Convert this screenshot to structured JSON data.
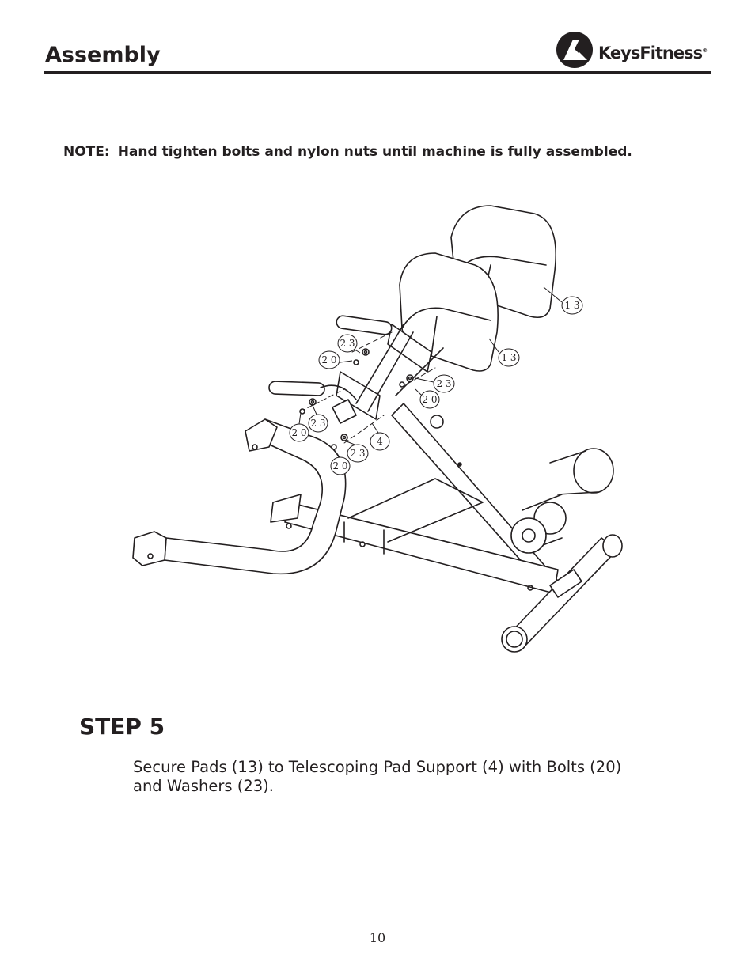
{
  "header": {
    "title": "Assembly",
    "logo_text_keys": "Keys",
    "logo_text_fitness": "Fitness",
    "logo_mark": "®"
  },
  "note": {
    "label": "NOTE:",
    "text": "Hand tighten bolts and nylon nuts until machine is fully assembled."
  },
  "figure": {
    "callouts": [
      {
        "id": "c1",
        "label": "1 3"
      },
      {
        "id": "c2",
        "label": "1 3"
      },
      {
        "id": "c3",
        "label": "2 3"
      },
      {
        "id": "c4",
        "label": "2 0"
      },
      {
        "id": "c5",
        "label": "2 3"
      },
      {
        "id": "c6",
        "label": "2 0"
      },
      {
        "id": "c7",
        "label": "2 3"
      },
      {
        "id": "c8",
        "label": "2 0"
      },
      {
        "id": "c9",
        "label": "4"
      },
      {
        "id": "c10",
        "label": "2 3"
      },
      {
        "id": "c11",
        "label": "2 0"
      }
    ]
  },
  "step": {
    "title": "STEP 5",
    "instruction": "Secure Pads (13) to Telescoping Pad Support (4) with Bolts (20) and Washers (23)."
  },
  "page_number": "10",
  "colors": {
    "ink": "#231f20",
    "background": "#ffffff"
  }
}
